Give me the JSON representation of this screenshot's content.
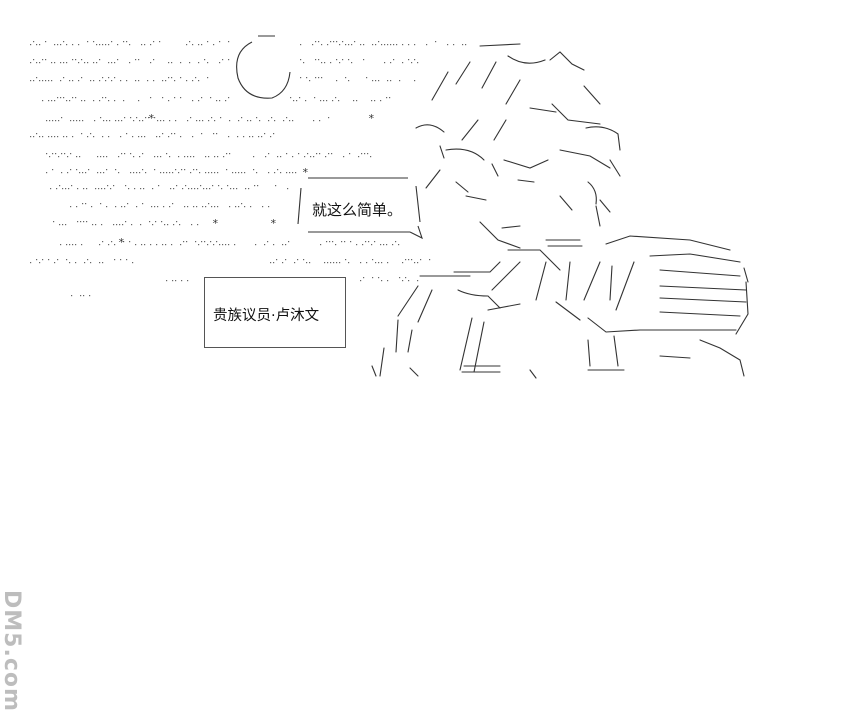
{
  "speech": {
    "text": "就这么简单。"
  },
  "caption": {
    "text": "贵族议员·卢沐文"
  },
  "watermark": {
    "text": "DM5.com"
  },
  "colors": {
    "ink": "#222222",
    "background": "#ffffff",
    "watermark": "#bdbdbd"
  }
}
